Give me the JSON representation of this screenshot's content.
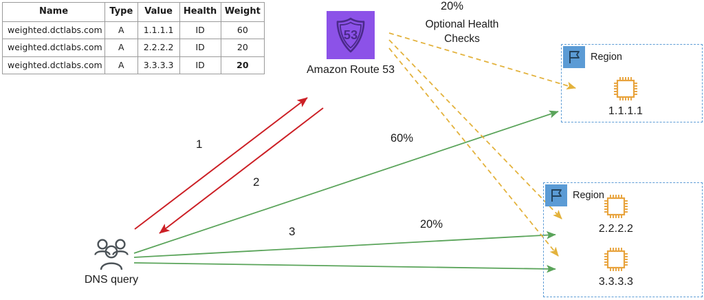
{
  "records_table": {
    "columns": [
      "Name",
      "Type",
      "Value",
      "Health",
      "Weight"
    ],
    "rows": [
      {
        "name": "weighted.dctlabs.com",
        "type": "A",
        "value": "1.1.1.1",
        "health": "ID",
        "weight": "60"
      },
      {
        "name": "weighted.dctlabs.com",
        "type": "A",
        "value": "2.2.2.2",
        "health": "ID",
        "weight": "20"
      },
      {
        "name": "weighted.dctlabs.com",
        "type": "A",
        "value": "3.3.3.3",
        "health": "ID",
        "weight": "20"
      }
    ]
  },
  "route53": {
    "label": "Amazon Route 53",
    "icon_text": "53",
    "icon_name": "route53-shield-icon",
    "color": "#8C52E8"
  },
  "health_checks": {
    "line1": "Optional Health",
    "line2": "Checks",
    "color": "#E8C35B"
  },
  "dns_query": {
    "label": "DNS query",
    "icon_name": "users-icon",
    "color": "#4C5358"
  },
  "regions": [
    {
      "title": "Region",
      "flag_icon": "region-flag-icon",
      "border_color": "#5B9BD5",
      "instances": [
        {
          "label": "1.1.1.1",
          "icon_name": "ec2-instance-icon",
          "color": "#E8A33D"
        }
      ]
    },
    {
      "title": "Region",
      "flag_icon": "region-flag-icon",
      "border_color": "#5B9BD5",
      "instances": [
        {
          "label": "2.2.2.2",
          "icon_name": "ec2-instance-icon",
          "color": "#E8A33D"
        },
        {
          "label": "3.3.3.3",
          "icon_name": "ec2-instance-icon",
          "color": "#E8A33D"
        }
      ]
    }
  ],
  "edges": {
    "step_1": "1",
    "step_2": "2",
    "step_3": "3",
    "weight_60": "60%",
    "weight_20_a": "20%",
    "weight_20_b": "20%",
    "query_color": "#CC2026",
    "routing_color": "#5AA45A"
  }
}
